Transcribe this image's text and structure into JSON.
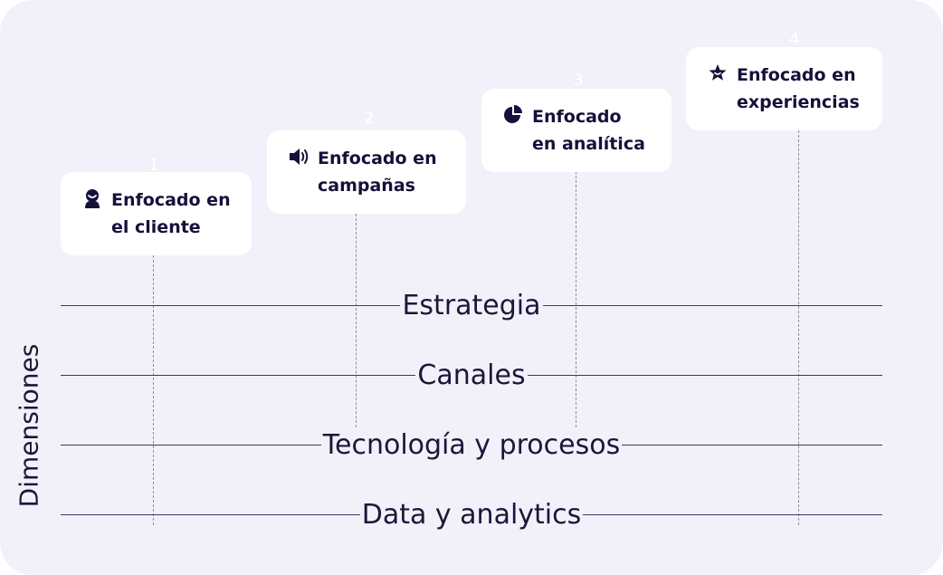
{
  "axis_title": "Dimensiones",
  "stages": [
    {
      "number": "1",
      "label_line1": "Enfocado en",
      "label_line2": "el cliente",
      "icon": "customer-icon"
    },
    {
      "number": "2",
      "label_line1": "Enfocado en",
      "label_line2": "campañas",
      "icon": "megaphone-icon"
    },
    {
      "number": "3",
      "label_line1": "Enfocado",
      "label_line2": "en analítica",
      "icon": "pie-chart-icon"
    },
    {
      "number": "4",
      "label_line1": "Enfocado en",
      "label_line2": "experiencias",
      "icon": "star-badge-icon"
    }
  ],
  "dimensions": [
    "Estrategia",
    "Canales",
    "Tecnología y procesos",
    "Data y analytics"
  ],
  "colors": {
    "background": "#f2f1fa",
    "card": "#ffffff",
    "text": "#14123a",
    "line": "#3c3a5a",
    "dashed": "#8e8ca0"
  }
}
